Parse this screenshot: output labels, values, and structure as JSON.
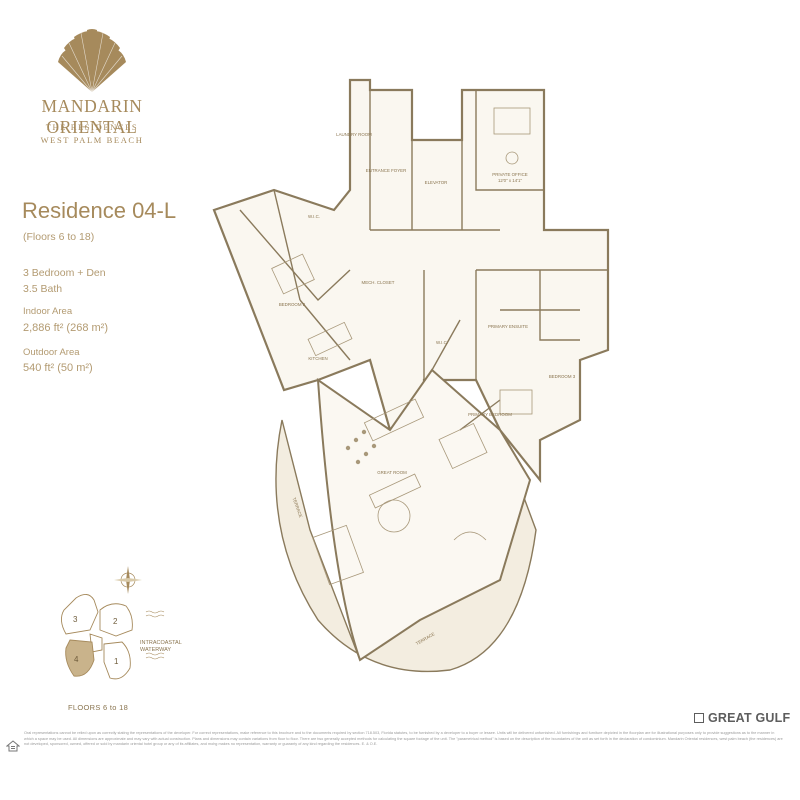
{
  "brand": {
    "name": "MANDARIN ORIENTAL",
    "subtitle_1": "THE RESIDENCES",
    "subtitle_2": "WEST PALM BEACH",
    "logo_icon": "fan-logo",
    "color": "#a68a5c"
  },
  "residence": {
    "title": "Residence 04-L",
    "floors": "(Floors 6 to 18)",
    "bedrooms": "3 Bedroom + Den",
    "bathrooms": "3.5 Bath",
    "indoor_label": "Indoor Area",
    "indoor_value": "2,886 ft² (268 m²)",
    "outdoor_label": "Outdoor Area",
    "outdoor_value": "540 ft² (50 m²)"
  },
  "plan_labels": {
    "laundry": "LAUNDRY ROOM",
    "entrance": "ENTRANCE FOYER",
    "elevator": "ELEVATOR",
    "private_office": "PRIVATE OFFICE",
    "office_dims": "12'0\" x 14'1\"",
    "wic": "W.I.C.",
    "wic_2": "W.I.C.",
    "mech_closet": "MECH. CLOSET",
    "bedroom_2": "BEDROOM 2",
    "kitchen": "KITCHEN",
    "primary_ensuite": "PRIMARY ENSUITE",
    "bedroom_3": "BEDROOM 3",
    "primary_bedroom": "PRIMARY BEDROOM",
    "great_room": "GREAT ROOM",
    "terrace": "TERRACE",
    "terrace_2": "TERRACE"
  },
  "keyplan": {
    "units": [
      "3",
      "2",
      "4",
      "1"
    ],
    "highlight_unit": "4",
    "caption": "FLOORS 6 to 18",
    "waterway": "INTRACOASTAL WATERWAY",
    "compass_icon": "compass-icon"
  },
  "developer": {
    "name": "GREAT GULF",
    "icon": "great-gulf-mark-icon"
  },
  "footer": {
    "disclaimer": "Oral representations cannot be relied upon as correctly stating the representations of the developer. For correct representations, make reference to this brochure and to the documents required by section 718.503, Florida statutes, to be furnished by a developer to a buyer or lessee. Units will be delivered unfurnished. All furnishings and furniture depicted in the floorplan are for illustrational purposes only to provide suggestions as to the manner in which a space may be used. All dimensions are approximate and may vary with actual construction. Plans and dimensions may contain variations from floor to floor. There are two generally accepted methods for calculating the square footage of the unit. The \"parametrical method\" is based on the description of the boundaries of the unit as set forth in the declaration of condominium. Mandarin Oriental residences, west palm beach (the residences) are not developed, sponsored, owned, offered or sold by mandarin oriental hotel group or any of its affiliates, and mohg makes no representation, warranty or guaranty of any kind regarding the residences. E. & O.E.",
    "equal_housing_icon": "equal-housing-icon"
  },
  "colors": {
    "gold": "#a68a5c",
    "line": "#8a7a5c",
    "fill_light": "#f1ead9",
    "dark_gray": "#5d5d5d"
  }
}
